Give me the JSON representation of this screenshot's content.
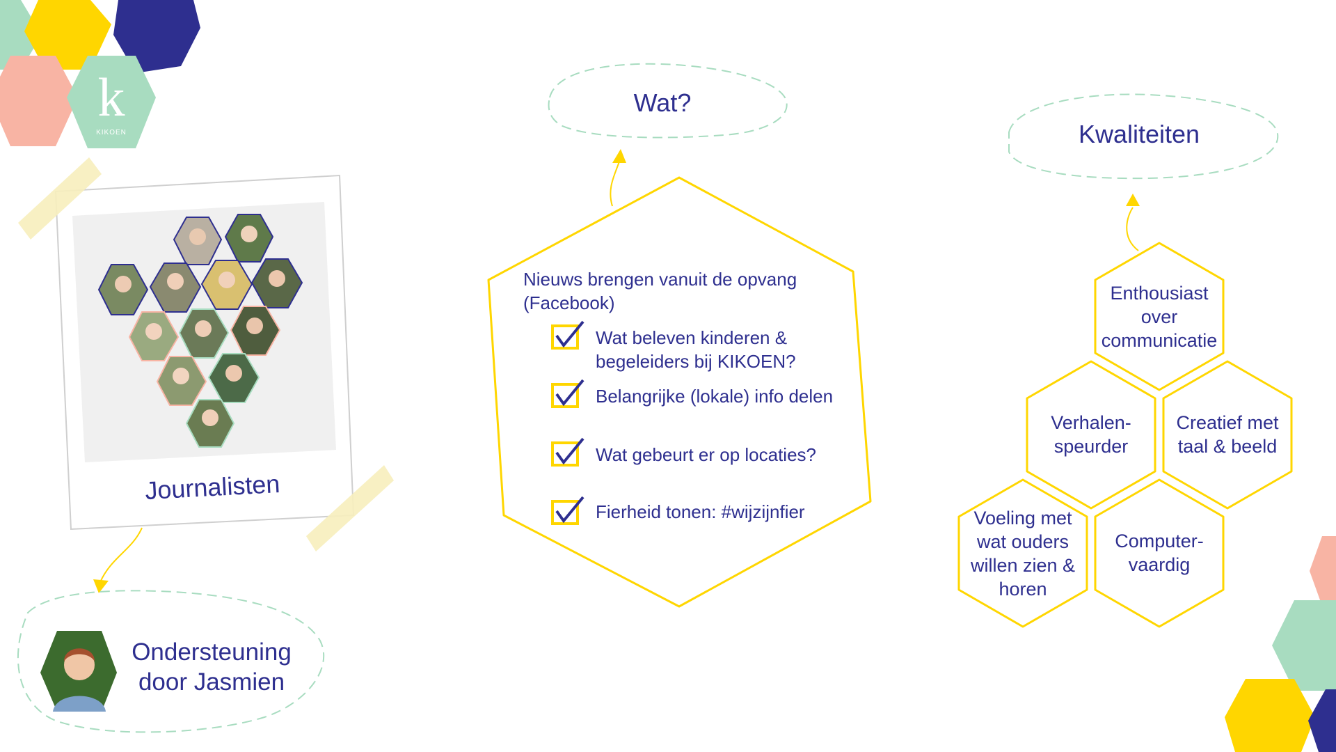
{
  "logo": {
    "letter": "k",
    "name": "KIKOEN"
  },
  "colors": {
    "navy": "#2e2f8f",
    "yellow": "#ffd600",
    "mint": "#a8dcc0",
    "pink": "#f8b4a4",
    "light_green_dash": "#a8dcc0",
    "tape": "#f7eebc"
  },
  "polaroid": {
    "caption": "Journalisten"
  },
  "support": {
    "line1": "Ondersteuning",
    "line2": "door Jasmien"
  },
  "wat": {
    "title": "Wat?",
    "intro_line1": "Nieuws brengen vanuit de opvang",
    "intro_line2": "(Facebook)",
    "items": [
      {
        "line1": "Wat beleven kinderen &",
        "line2": "begeleiders bij KIKOEN?"
      },
      {
        "line1": "Belangrijke (lokale) info delen",
        "line2": ""
      },
      {
        "line1": "Wat gebeurt er op locaties?",
        "line2": ""
      },
      {
        "line1": "Fierheid tonen: #wijzijnfier",
        "line2": ""
      }
    ]
  },
  "kwaliteiten": {
    "title": "Kwaliteiten",
    "hexes": [
      {
        "lines": [
          "Enthousiast",
          "over",
          "communicatie"
        ]
      },
      {
        "lines": [
          "Verhalen-",
          "speurder"
        ]
      },
      {
        "lines": [
          "Creatief met",
          "taal & beeld"
        ]
      },
      {
        "lines": [
          "Voeling met",
          "wat ouders",
          "willen zien &",
          "horen"
        ]
      },
      {
        "lines": [
          "Computer-",
          "vaardig"
        ]
      }
    ]
  }
}
